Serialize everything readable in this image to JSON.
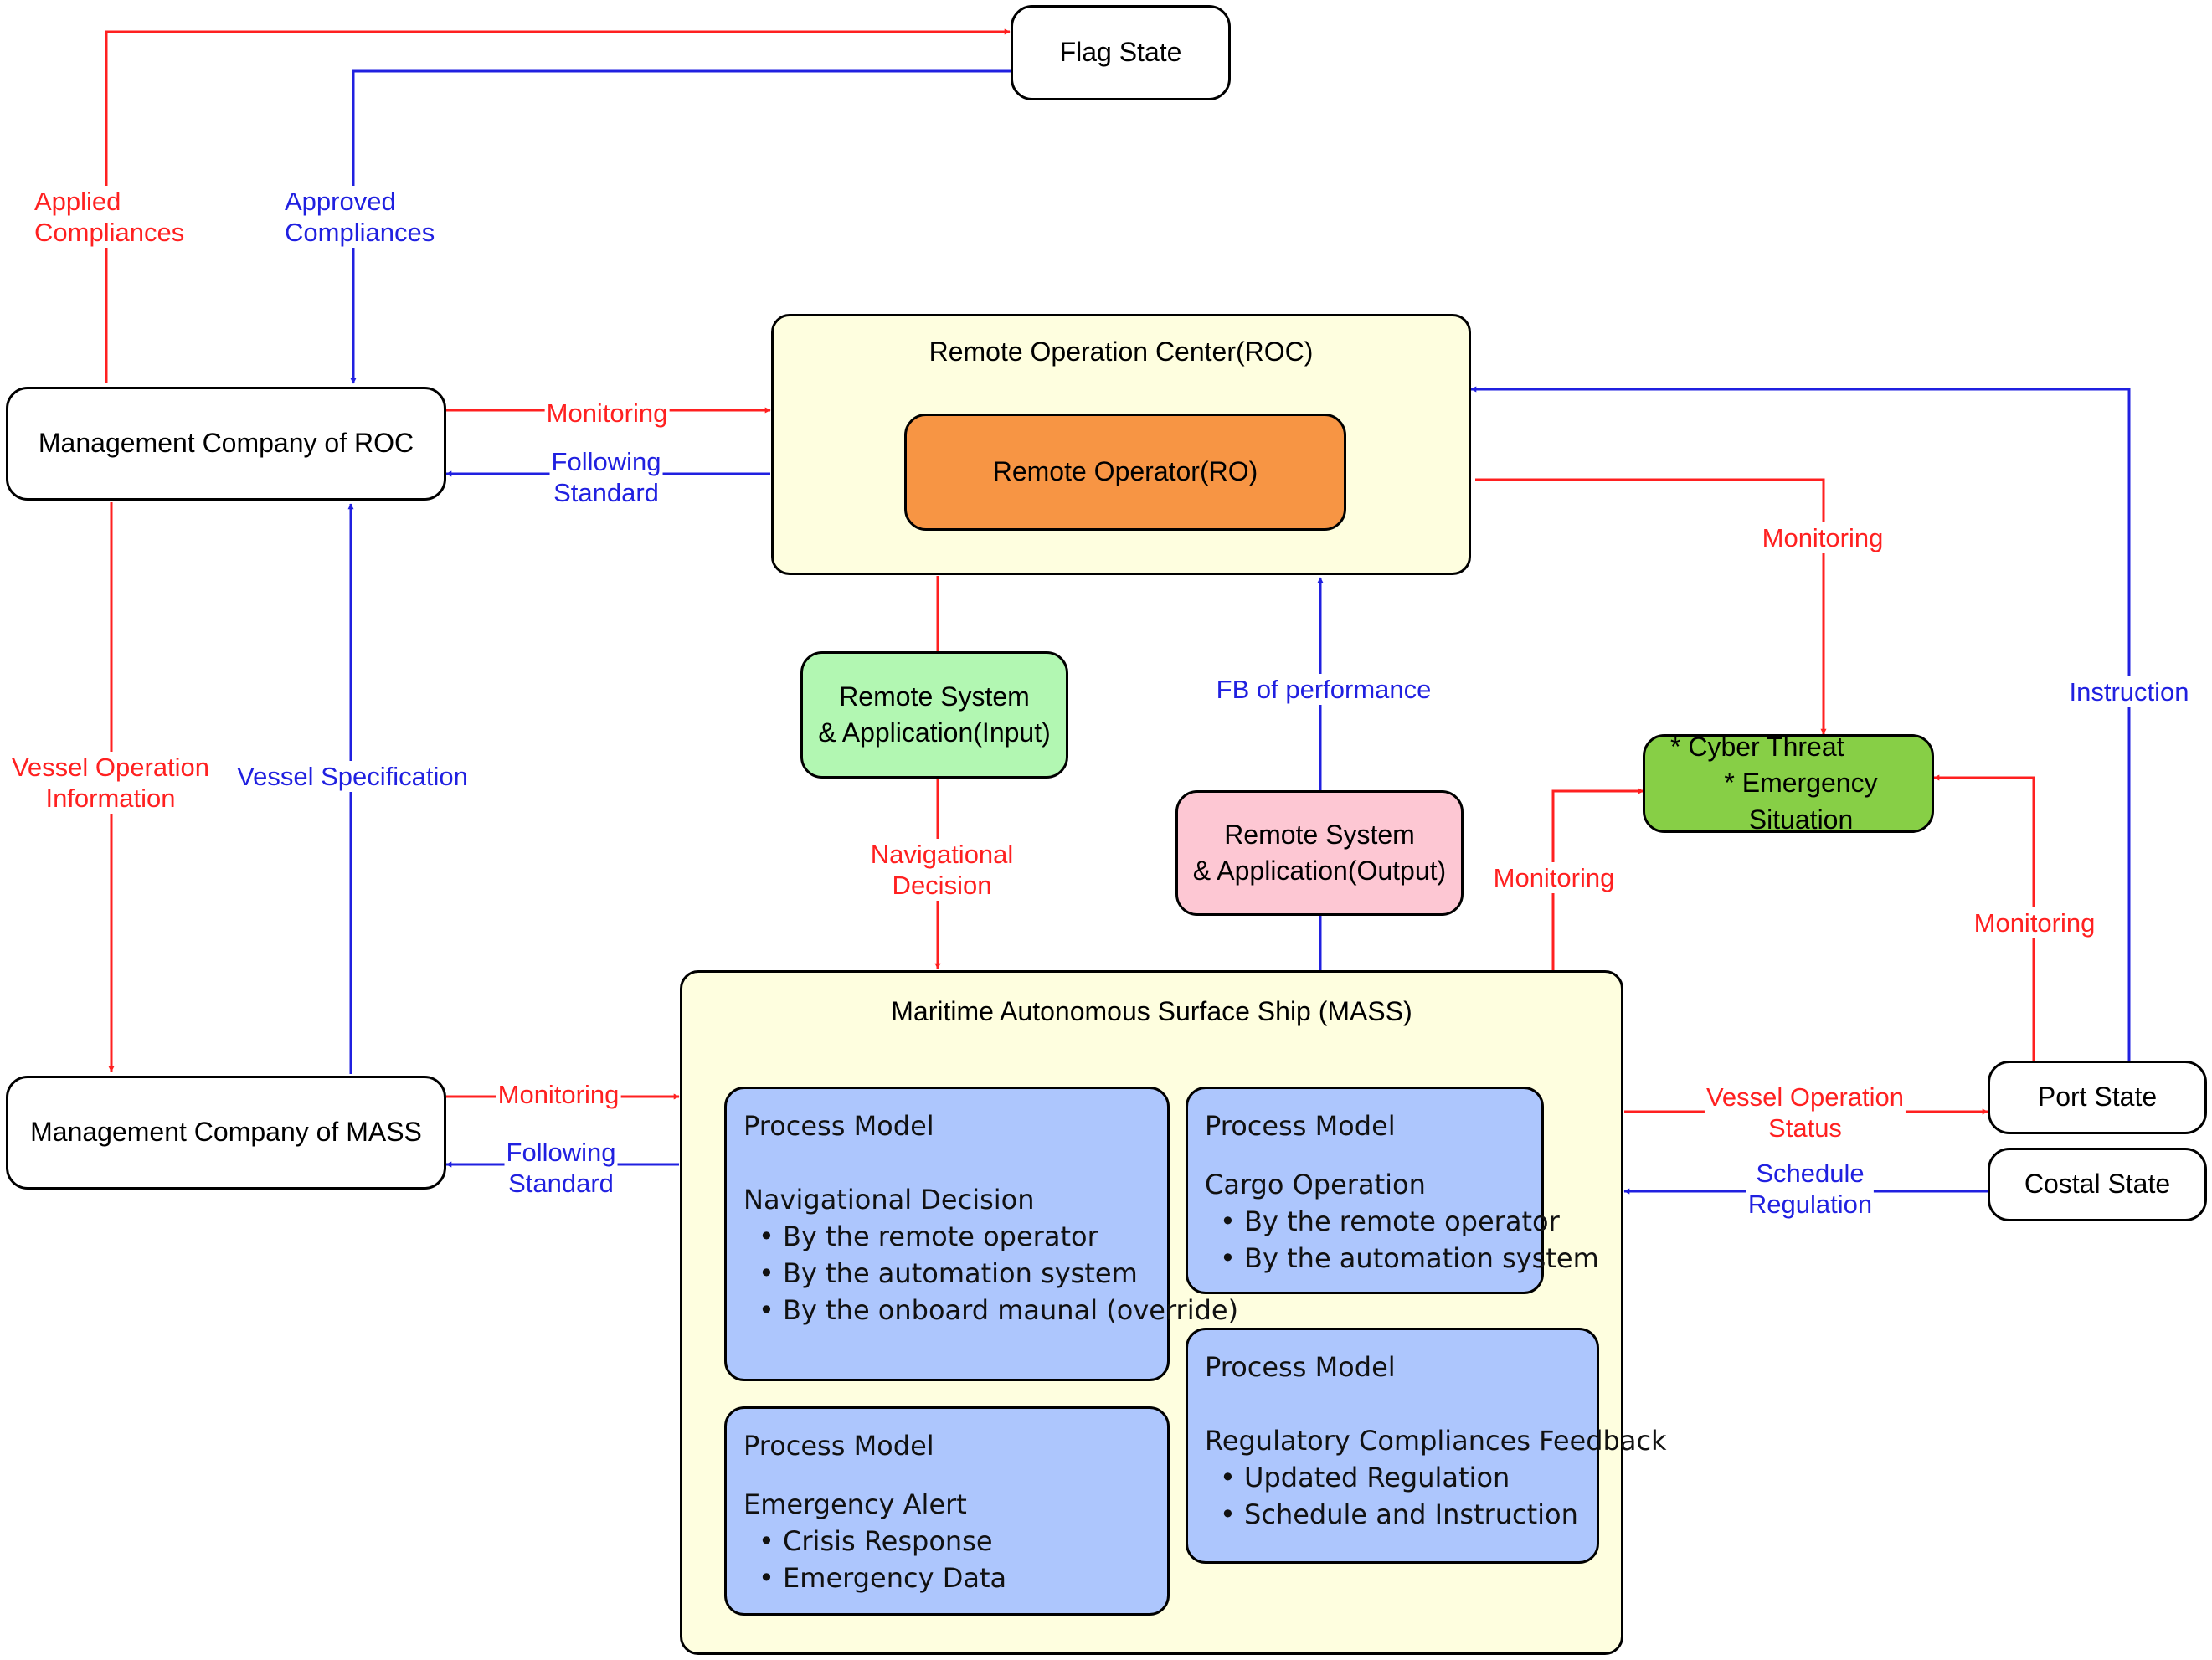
{
  "nodes": {
    "flag_state": "Flag State",
    "mgmt_roc": "Management Company of ROC",
    "mgmt_mass": "Management Company of MASS",
    "roc": "Remote Operation Center(ROC)",
    "remote_operator": "Remote Operator(RO)",
    "rs_input": [
      "Remote System",
      "& Application(Input)"
    ],
    "rs_output": [
      "Remote System",
      "& Application(Output)"
    ],
    "threats": [
      "* Cyber Threat",
      "* Emergency Situation"
    ],
    "mass": "Maritime Autonomous Surface Ship (MASS)",
    "port_state": "Port State",
    "costal_state": "Costal State"
  },
  "process_models": {
    "navigational": {
      "title": "Process Model",
      "heading": "Navigational Decision",
      "items": [
        "By the remote operator",
        "By the automation system",
        "By the onboard maunal (override)"
      ]
    },
    "cargo": {
      "title": "Process Model",
      "heading": "Cargo Operation",
      "items": [
        "By the remote operator",
        "By the automation system"
      ]
    },
    "emergency": {
      "title": "Process Model",
      "heading": "Emergency Alert",
      "items": [
        "Crisis Response",
        "Emergency Data"
      ]
    },
    "regulatory": {
      "title": "Process Model",
      "heading": "Regulatory Compliances Feedback",
      "items": [
        "Updated Regulation",
        "Schedule and Instruction"
      ]
    }
  },
  "edge_labels": {
    "applied_compliances": [
      "Applied",
      "Compliances"
    ],
    "approved_compliances": [
      "Approved",
      "Compliances"
    ],
    "monitoring_roc": "Monitoring",
    "following_standard_roc": [
      "Following",
      "Standard"
    ],
    "vessel_operation_information": [
      "Vessel Operation",
      "Information"
    ],
    "vessel_specification": "Vessel Specification",
    "monitoring_mass": "Monitoring",
    "following_standard_mass": [
      "Following",
      "Standard"
    ],
    "navigational_decision": [
      "Navigational",
      "Decision"
    ],
    "fb_of_performance": "FB of performance",
    "monitoring_roc_threat": "Monitoring",
    "monitoring_mass_threat": "Monitoring",
    "monitoring_port_threat": "Monitoring",
    "instruction": "Instruction",
    "vessel_operation_status": [
      "Vessel Operation",
      "Status"
    ],
    "schedule_regulation": [
      "Schedule",
      "Regulation"
    ]
  },
  "colors": {
    "red_flow": "#ff2020",
    "blue_flow": "#2020e0",
    "roc_fill": "#fefedf",
    "mass_fill": "#fefedf",
    "remote_operator_fill": "#f79544",
    "rs_input_fill": "#b2f7b2",
    "rs_output_fill": "#fdc7d3",
    "threats_fill": "#87cf46",
    "process_model_fill": "#adc6fd"
  }
}
